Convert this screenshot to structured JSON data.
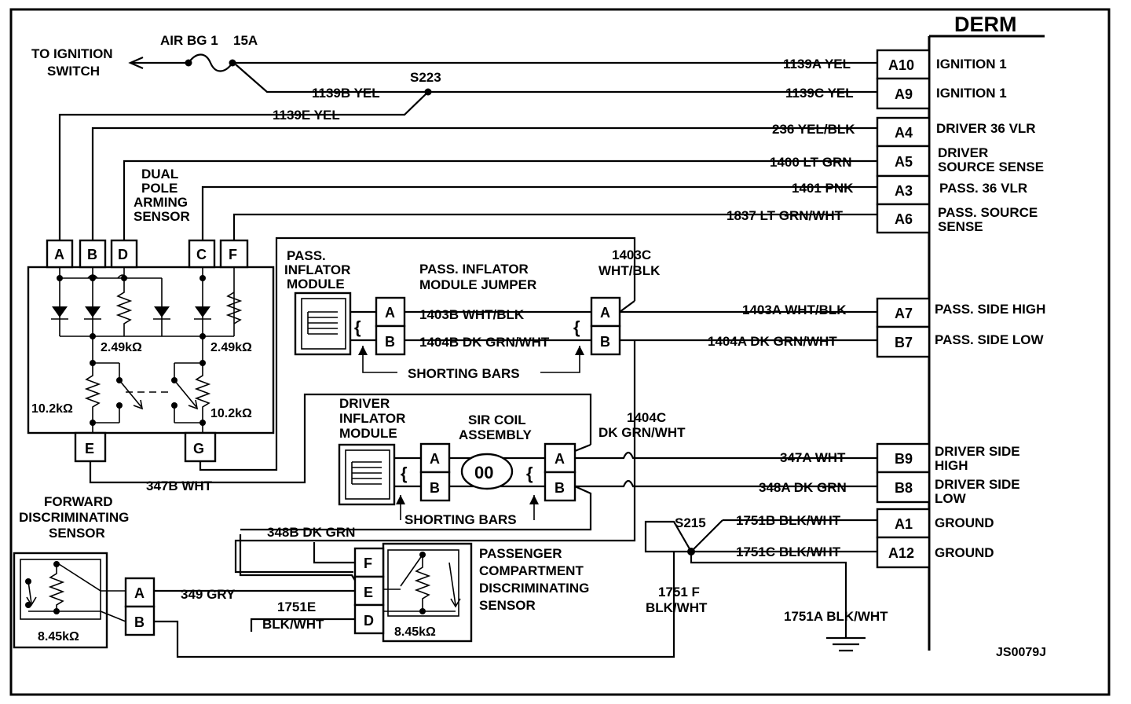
{
  "title": "DERM",
  "code": "JS0079J",
  "derm_pins": [
    {
      "pin": "A10",
      "function": "IGNITION 1",
      "wire": "1139A YEL"
    },
    {
      "pin": "A9",
      "function": "IGNITION 1",
      "wire": "1139C YEL"
    },
    {
      "pin": "A4",
      "function": "DRIVER 36 VLR",
      "wire": "236 YEL/BLK"
    },
    {
      "pin": "A5",
      "function": [
        "DRIVER",
        "SOURCE SENSE"
      ],
      "wire": "1400 LT GRN"
    },
    {
      "pin": "A3",
      "function": "PASS. 36 VLR",
      "wire": "1401 PNK"
    },
    {
      "pin": "A6",
      "function": [
        "PASS. SOURCE",
        "SENSE"
      ],
      "wire": "1837 LT GRN/WHT"
    },
    {
      "pin": "A7",
      "function": "PASS. SIDE HIGH",
      "wire": "1403A WHT/BLK"
    },
    {
      "pin": "B7",
      "function": "PASS. SIDE LOW",
      "wire": "1404A DK GRN/WHT"
    },
    {
      "pin": "B9",
      "function": [
        "DRIVER SIDE",
        "HIGH"
      ],
      "wire": "347A WHT"
    },
    {
      "pin": "B8",
      "function": [
        "DRIVER SIDE",
        "LOW"
      ],
      "wire": "348A DK GRN"
    },
    {
      "pin": "A1",
      "function": "GROUND",
      "wire": "1751B BLK/WHT"
    },
    {
      "pin": "A12",
      "function": "GROUND",
      "wire": "1751C BLK/WHT"
    }
  ],
  "ignition": {
    "label": [
      "TO IGNITION",
      "SWITCH"
    ],
    "fuse": "AIR BG 1",
    "fuse_rating": "15A",
    "wire_b": "1139B YEL",
    "wire_e": "1139E YEL",
    "splice": "S223"
  },
  "arming_sensor": {
    "label": [
      "DUAL",
      "POLE",
      "ARMING",
      "SENSOR"
    ],
    "pins_top": [
      "A",
      "B",
      "D",
      "C",
      "F"
    ],
    "pins_bottom": [
      "E",
      "G"
    ],
    "resistor_small": "2.49kΩ",
    "resistor_large": "10.2kΩ"
  },
  "pass_inflator": {
    "module_label": [
      "PASS.",
      "INFLATOR",
      "MODULE"
    ],
    "jumper_label": [
      "PASS. INFLATOR",
      "MODULE JUMPER"
    ],
    "pins": [
      "A",
      "B"
    ],
    "wire_a": "1403B WHT/BLK",
    "wire_b": "1404B DK GRN/WHT",
    "connector_label": [
      "1403C",
      "WHT/BLK"
    ],
    "connector_pins": [
      "A",
      "B"
    ],
    "shorting_bars": "SHORTING BARS",
    "brace": "{"
  },
  "driver_inflator": {
    "module_label": [
      "DRIVER",
      "INFLATOR",
      "MODULE"
    ],
    "coil_label": [
      "SIR COIL",
      "ASSEMBLY"
    ],
    "coil_symbol": "00",
    "pins": [
      "A",
      "B"
    ],
    "connector_pins": [
      "A",
      "B"
    ],
    "connector_label": [
      "1404C",
      "DK GRN/WHT"
    ],
    "shorting_bars": "SHORTING BARS",
    "brace": "{"
  },
  "wires": {
    "w347b": "347B WHT",
    "w348b": "348B DK GRN",
    "w349": "349 GRY",
    "w1751e": [
      "1751E",
      "BLK/WHT"
    ],
    "w1751f": [
      "1751 F",
      "BLK/WHT"
    ],
    "w1751a": "1751A BLK/WHT",
    "splice_s215": "S215"
  },
  "forward_sensor": {
    "label": [
      "FORWARD",
      "DISCRIMINATING",
      "SENSOR"
    ],
    "resistor": "8.45kΩ",
    "pins": [
      "A",
      "B"
    ]
  },
  "compartment_sensor": {
    "label": [
      "PASSENGER",
      "COMPARTMENT",
      "DISCRIMINATING",
      "SENSOR"
    ],
    "resistor": "8.45kΩ",
    "pins": [
      "F",
      "E",
      "D"
    ]
  }
}
